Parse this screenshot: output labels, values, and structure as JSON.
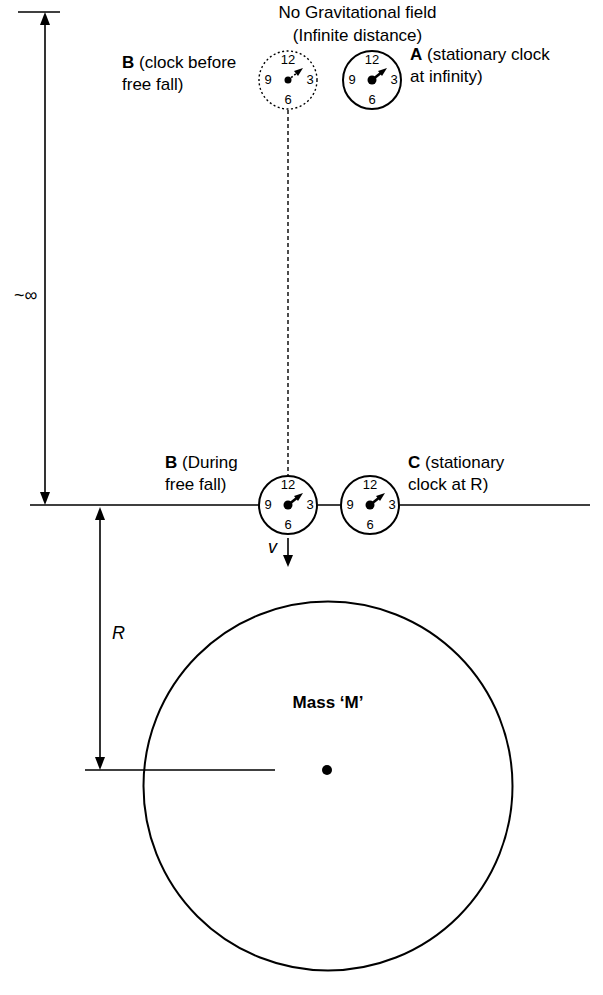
{
  "diagram": {
    "title": "No Gravitational field (Infinite distance)",
    "nodes": [
      {
        "text": [
          "B",
          "(clock before free fall)",
          "12",
          "3",
          "6",
          "9"
        ]
      },
      {
        "text": [
          "A",
          "(stationary clock at infinity)",
          "12",
          "3",
          "6",
          "9"
        ]
      },
      {
        "text": [
          "B",
          "(During free fall)",
          "12",
          "3",
          "6",
          "9"
        ]
      },
      {
        "text": [
          "C",
          "(stationary clock at R)",
          "12",
          "3",
          "6",
          "9"
        ]
      },
      {
        "text": [
          "Mass ‘M’"
        ]
      }
    ],
    "edges": [
      {
        "from": 0,
        "to": 2,
        "arrow": "none"
      }
    ],
    "labels": [
      "~∞",
      "v",
      "R"
    ]
  }
}
